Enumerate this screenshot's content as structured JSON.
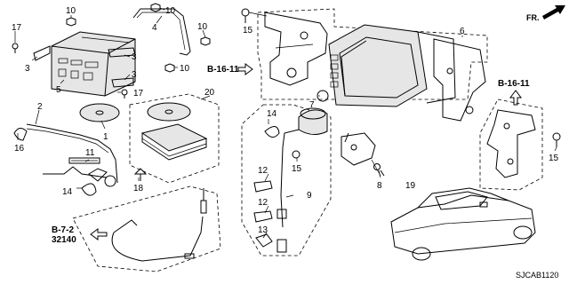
{
  "diagram": {
    "fr_label": "FR.",
    "diagram_code": "SJCAB1120",
    "references": {
      "b16_left": "B-16-11",
      "b16_right": "B-16-11",
      "b7_line1": "B-7-2",
      "b7_line2": "32140"
    },
    "callouts": {
      "c1": "1",
      "c2": "2",
      "c3a": "3",
      "c3b": "3",
      "c3c": "3",
      "c4": "4",
      "c5": "5",
      "c6": "6",
      "c7": "7",
      "c8": "8",
      "c9": "9",
      "c10a": "10",
      "c10b": "10",
      "c10c": "10",
      "c10d": "10",
      "c11": "11",
      "c12a": "12",
      "c12b": "12",
      "c13": "13",
      "c14a": "14",
      "c14b": "14",
      "c15a": "15",
      "c15b": "15",
      "c15c": "15",
      "c16": "16",
      "c17a": "17",
      "c17b": "17",
      "c18": "18",
      "c19": "19",
      "c20": "20"
    }
  }
}
